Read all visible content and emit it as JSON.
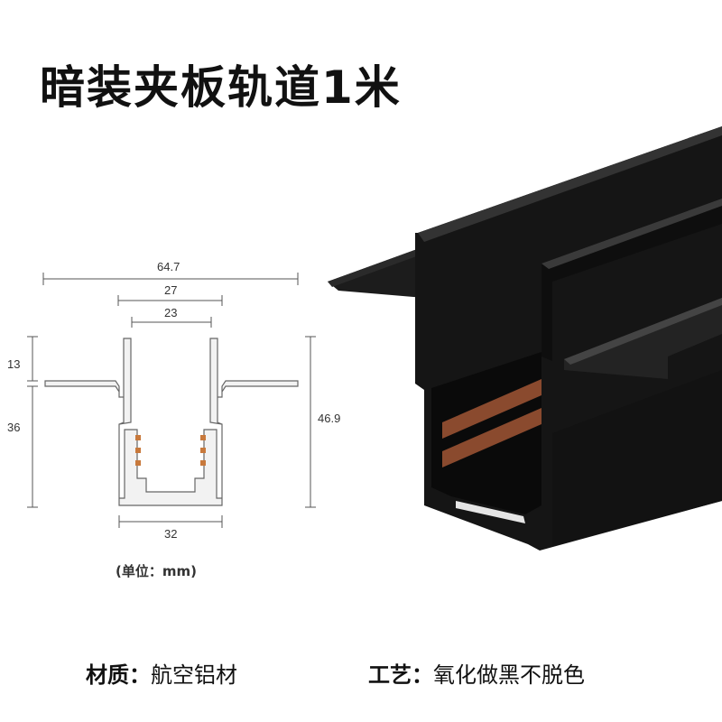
{
  "title": "暗装夹板轨道1米",
  "dimensions": {
    "total_width": "64.7",
    "outer_width": "27",
    "inner_width": "23",
    "top_height": "13",
    "lower_height": "36",
    "total_height": "46.9",
    "base_width": "32"
  },
  "unit_note": "(单位：mm)",
  "specs": {
    "material_label": "材质：",
    "material_value": "航空铝材",
    "process_label": "工艺：",
    "process_value": "氧化做黑不脱色"
  },
  "colors": {
    "track_body": "#141414",
    "copper": "#8a4a2e",
    "line": "#555555"
  }
}
